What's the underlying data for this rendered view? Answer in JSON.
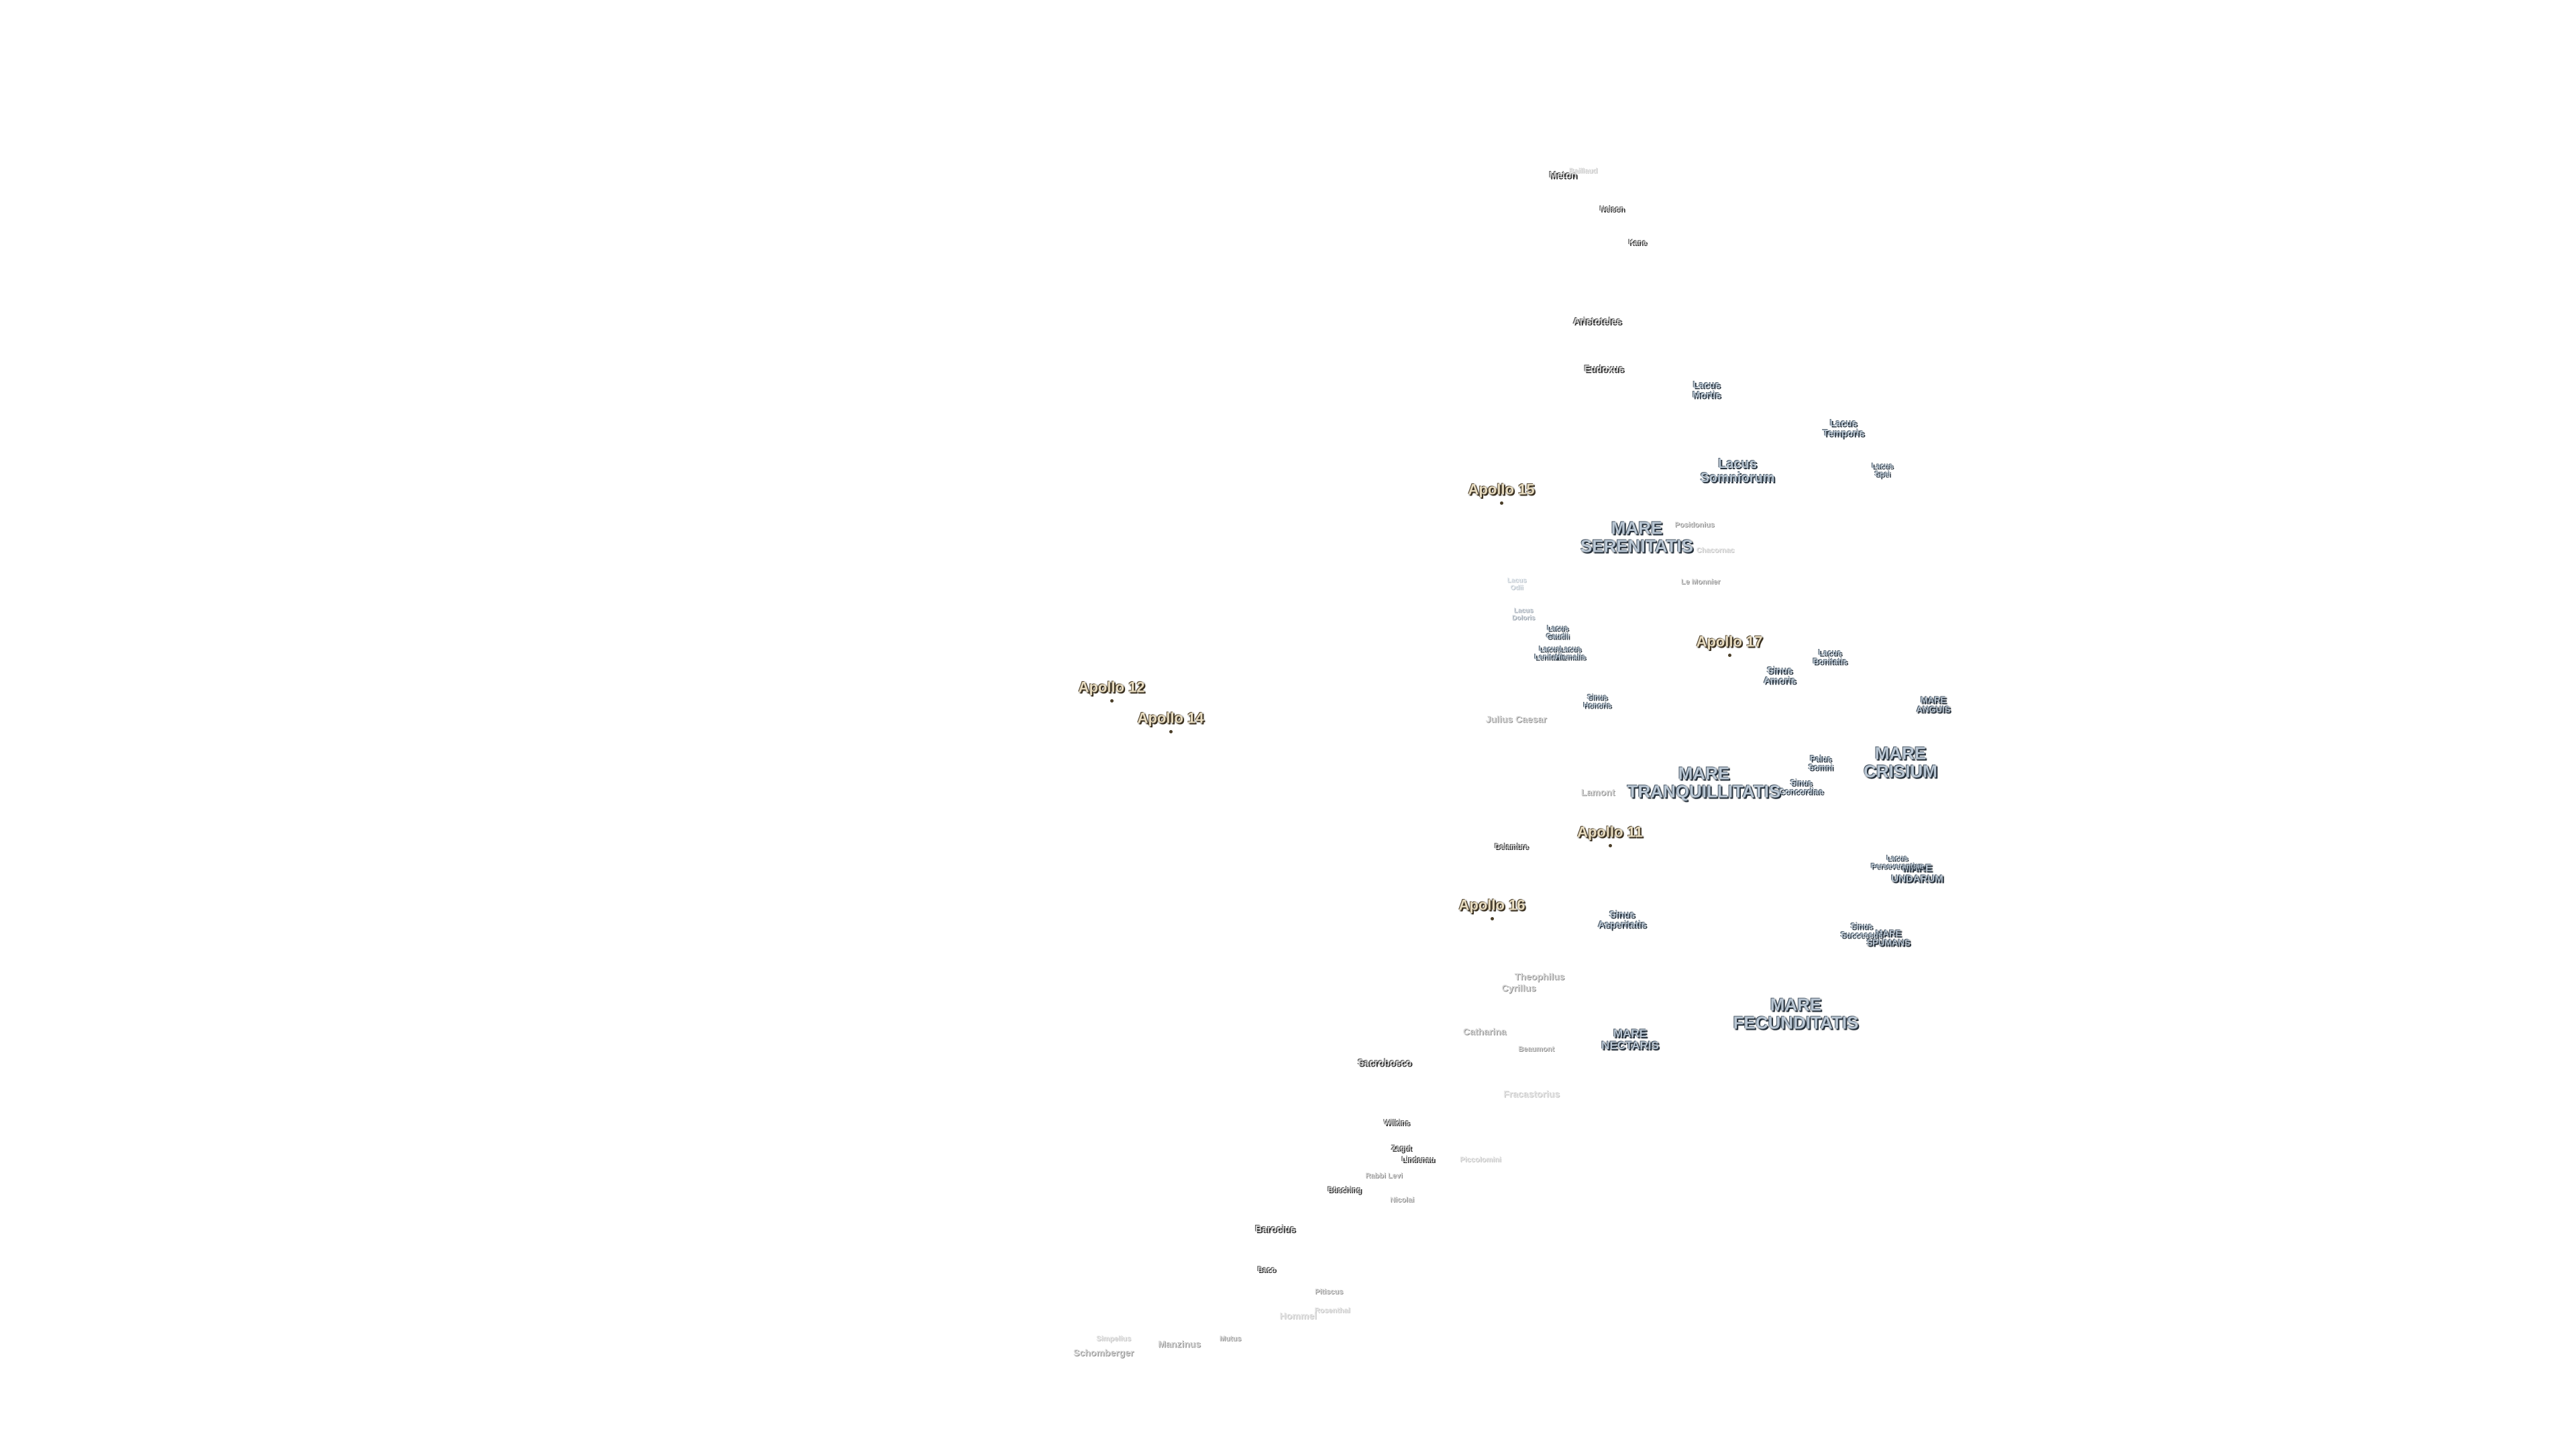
{
  "map": {
    "background": "#ffffff",
    "colors": {
      "apollo_label": "#e8dcc0",
      "mare_label": "#b9c6d3",
      "crater_label": "#d2d2d2"
    },
    "apollo_sites": [
      {
        "name": "Apollo 15"
      },
      {
        "name": "Apollo 17"
      },
      {
        "name": "Apollo 12"
      },
      {
        "name": "Apollo 14"
      },
      {
        "name": "Apollo 11"
      },
      {
        "name": "Apollo 16"
      }
    ],
    "maria": [
      {
        "name": "MARE\nSERENITATIS"
      },
      {
        "name": "MARE\nTRANQUILLITATIS"
      },
      {
        "name": "MARE\nCRISIUM"
      },
      {
        "name": "MARE\nFECUNDITATIS"
      },
      {
        "name": "MARE\nNECTARIS"
      },
      {
        "name": "MARE\nANGUIS"
      },
      {
        "name": "MARE\nUNDARUM"
      },
      {
        "name": "MARE\nSPUMANS"
      }
    ],
    "lakes_bays": [
      {
        "name": "Lacus\nSomniorum"
      },
      {
        "name": "Lacus\nMortis"
      },
      {
        "name": "Lacus\nTemporis"
      },
      {
        "name": "Lacus\nSpei"
      },
      {
        "name": "Lacus\nBonitatis"
      },
      {
        "name": "Sinus\nAmoris"
      },
      {
        "name": "Palus\nSomni"
      },
      {
        "name": "Sinus\nConcordiae"
      },
      {
        "name": "Sinus\nHonoris"
      },
      {
        "name": "Sinus\nAsperitatis"
      },
      {
        "name": "Lacus\nPerseverantiae"
      },
      {
        "name": "Sinus\nSuccessus"
      },
      {
        "name": "Lacus\nOdii"
      },
      {
        "name": "Lacus\nDoloris"
      },
      {
        "name": "Lacus\nGaudii"
      },
      {
        "name": "Lacus\nLenitatis"
      },
      {
        "name": "Lacus\nHiemalis"
      }
    ],
    "craters": [
      {
        "name": "Meton"
      },
      {
        "name": "Baillaud"
      },
      {
        "name": "Nelson"
      },
      {
        "name": "Kane"
      },
      {
        "name": "Aristoteles"
      },
      {
        "name": "Eudoxus"
      },
      {
        "name": "Posidonius"
      },
      {
        "name": "Chacornac"
      },
      {
        "name": "Le Monnier"
      },
      {
        "name": "Julius Caesar"
      },
      {
        "name": "Lamont"
      },
      {
        "name": "Delambre"
      },
      {
        "name": "Theophilus"
      },
      {
        "name": "Cyrillus"
      },
      {
        "name": "Catharina"
      },
      {
        "name": "Beaumont"
      },
      {
        "name": "Sacrobosco"
      },
      {
        "name": "Fracastorius"
      },
      {
        "name": "Wilkins"
      },
      {
        "name": "Zagut"
      },
      {
        "name": "Lindenau"
      },
      {
        "name": "Piccolomini"
      },
      {
        "name": "Rabbi Levi"
      },
      {
        "name": "Büsching"
      },
      {
        "name": "Nicolai"
      },
      {
        "name": "Barocius"
      },
      {
        "name": "Baco"
      },
      {
        "name": "Pitiscus"
      },
      {
        "name": "Hommel"
      },
      {
        "name": "Rosenthal"
      },
      {
        "name": "Simpelius"
      },
      {
        "name": "Schomberger"
      },
      {
        "name": "Manzinus"
      },
      {
        "name": "Mutus"
      }
    ]
  }
}
